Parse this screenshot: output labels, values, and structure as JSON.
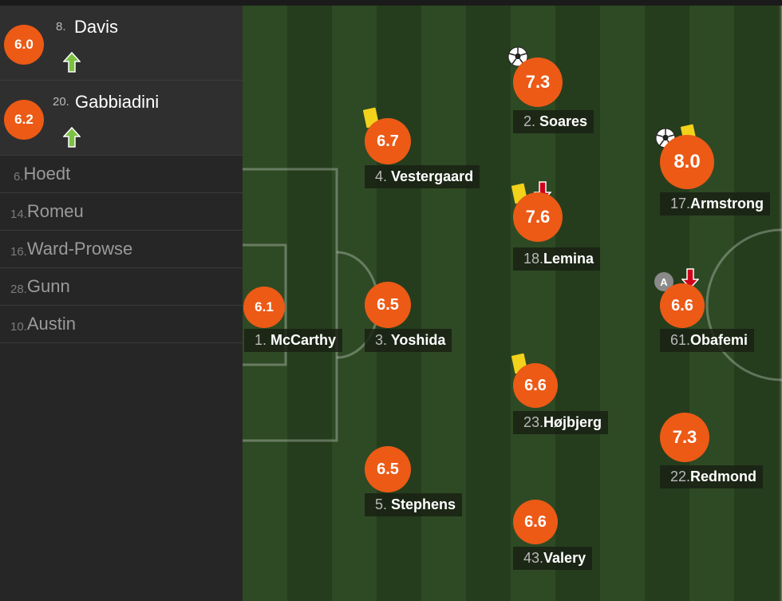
{
  "colors": {
    "rating_badge": "#ec5a16",
    "sub_on_arrow": "#7dc142",
    "sub_off_arrow": "#d0021b",
    "yellow_card": "#f2d21b"
  },
  "substitutes_in": [
    {
      "number": "8.",
      "name": "Davis",
      "rating": "6.0",
      "icon": "sub-on-arrow-icon"
    },
    {
      "number": "20.",
      "name": "Gabbiadini",
      "rating": "6.2",
      "icon": "sub-on-arrow-icon"
    }
  ],
  "bench": [
    {
      "number": "6.",
      "name": "Hoedt"
    },
    {
      "number": "14.",
      "name": "Romeu"
    },
    {
      "number": "16.",
      "name": "Ward-Prowse"
    },
    {
      "number": "28.",
      "name": "Gunn"
    },
    {
      "number": "10.",
      "name": "Austin"
    }
  ],
  "players": [
    {
      "id": "mccarthy",
      "number": "1.",
      "name": "McCarthy",
      "rating": "6.1",
      "events": []
    },
    {
      "id": "vestergaard",
      "number": "4.",
      "name": "Vestergaard",
      "rating": "6.7",
      "events": [
        "yellow-card"
      ]
    },
    {
      "id": "yoshida",
      "number": "3.",
      "name": "Yoshida",
      "rating": "6.5",
      "events": []
    },
    {
      "id": "stephens",
      "number": "5.",
      "name": "Stephens",
      "rating": "6.5",
      "events": []
    },
    {
      "id": "soares",
      "number": "2.",
      "name": "Soares",
      "rating": "7.3",
      "events": [
        "goal"
      ]
    },
    {
      "id": "lemina",
      "number": "18.",
      "name": "Lemina",
      "rating": "7.6",
      "events": [
        "yellow-card",
        "subbed-off"
      ]
    },
    {
      "id": "hojbjerg",
      "number": "23.",
      "name": "Højbjerg",
      "rating": "6.6",
      "events": [
        "yellow-card"
      ]
    },
    {
      "id": "valery",
      "number": "43.",
      "name": "Valery",
      "rating": "6.6",
      "events": []
    },
    {
      "id": "armstrong",
      "number": "17.",
      "name": "Armstrong",
      "rating": "8.0",
      "events": [
        "goal",
        "yellow-card"
      ]
    },
    {
      "id": "obafemi",
      "number": "61.",
      "name": "Obafemi",
      "rating": "6.6",
      "events": [
        "assist",
        "subbed-off"
      ]
    },
    {
      "id": "redmond",
      "number": "22.",
      "name": "Redmond",
      "rating": "7.3",
      "events": []
    }
  ],
  "assist_label": "A"
}
